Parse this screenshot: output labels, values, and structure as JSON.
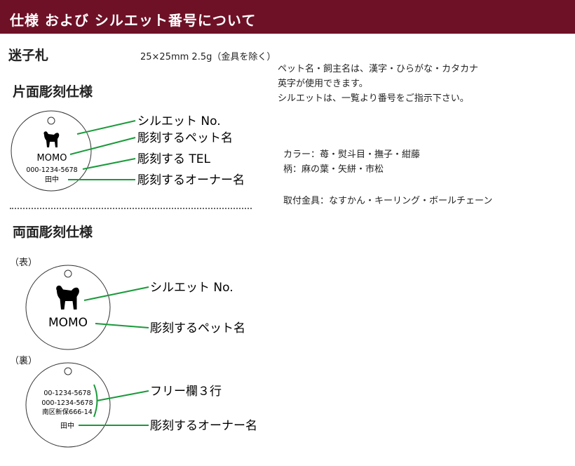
{
  "header": {
    "title": "仕様 および シルエット番号について"
  },
  "tag": {
    "title": "迷子札",
    "size": "25×25mm  2.5g（金具を除く）"
  },
  "notes": {
    "names": [
      "ペット名・飼主名は、漢字・ひらがな・カタカナ",
      "英字が使用できます。",
      "シルエットは、一覧より番号をご指示下さい。"
    ],
    "colors": "カラー：苺・熨斗目・撫子・紺藤",
    "patterns": "柄：麻の葉・矢絣・市松",
    "fittings": "取付金具：なすかん・キーリング・ボールチェーン"
  },
  "single": {
    "title": "片面彫刻仕様",
    "tag_text": {
      "name": "MOMO",
      "phone": "000-1234-5678",
      "owner": "田中"
    },
    "callouts": [
      "シルエット No.",
      "彫刻するペット名",
      "彫刻する TEL",
      "彫刻するオーナー名"
    ]
  },
  "double": {
    "title": "両面彫刻仕様",
    "front_label": "（表）",
    "back_label": "（裏）",
    "front_text": {
      "name": "MOMO"
    },
    "back_text": {
      "lines": [
        "00-1234-5678",
        "000-1234-5678",
        "南区新保666-14"
      ],
      "owner": "田中"
    },
    "front_callouts": [
      "シルエット No.",
      "彫刻するペット名"
    ],
    "back_callouts": [
      "フリー欄３行",
      "彫刻するオーナー名"
    ]
  },
  "colors": {
    "header_bg": "#6e1126",
    "callout_line": "#1a9a3a"
  }
}
